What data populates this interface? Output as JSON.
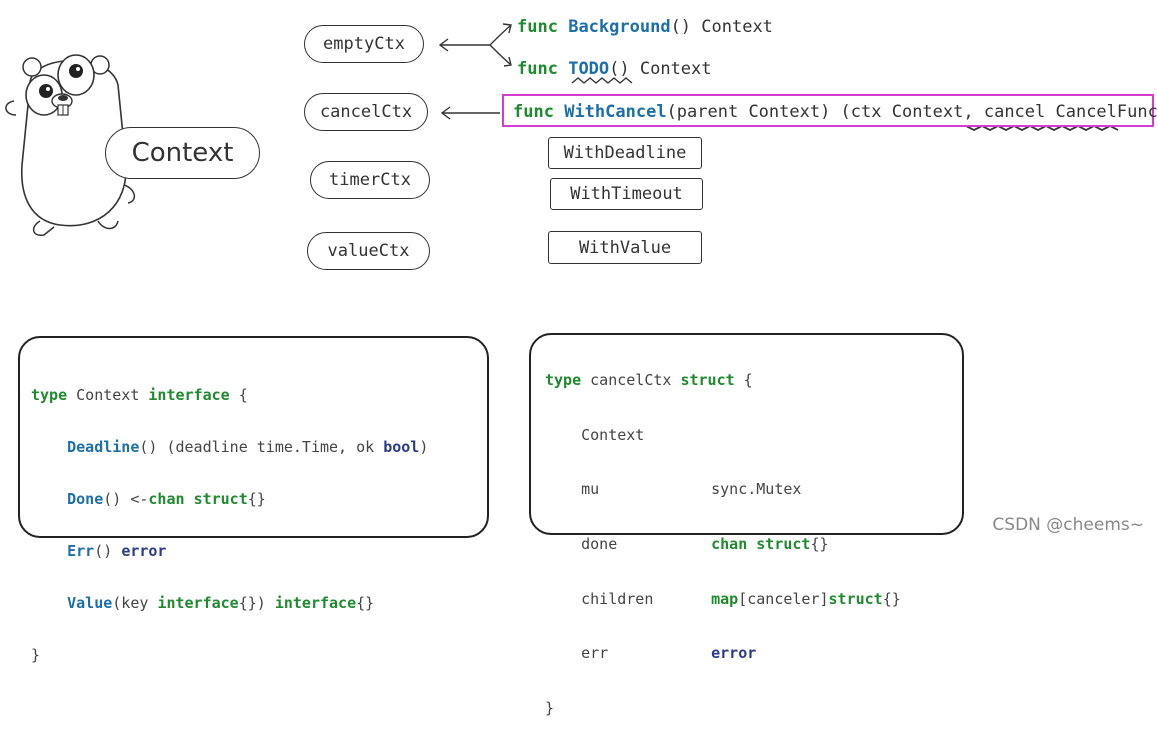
{
  "gopher": {
    "label": "Context"
  },
  "types": [
    {
      "id": "emptyctx",
      "label": "emptyCtx"
    },
    {
      "id": "cancelctx",
      "label": "cancelCtx"
    },
    {
      "id": "timerctx",
      "label": "timerCtx"
    },
    {
      "id": "valuectx",
      "label": "valueCtx"
    }
  ],
  "funcs": {
    "background": {
      "kw": "func",
      "name": "Background",
      "rest": "() Context"
    },
    "todo": {
      "kw": "func",
      "name": "TODO",
      "rest": "() Context"
    },
    "withcancel": {
      "kw": "func",
      "name": "WithCancel",
      "rest": "(parent Context) (ctx Context, cancel CancelFunc)"
    }
  },
  "derived": [
    "WithDeadline",
    "WithTimeout",
    "WithValue"
  ],
  "context_interface": {
    "l1_kw1": "type",
    "l1_name": " Context ",
    "l1_kw2": "interface",
    "l1_end": " {",
    "l2_fn": "Deadline",
    "l2_rest": "() (deadline time.Time, ok ",
    "l2_kw": "bool",
    "l2_end": ")",
    "l3_fn": "Done",
    "l3_rest": "() <-",
    "l3_kw1": "chan",
    "l3_sp": " ",
    "l3_kw2": "struct",
    "l3_end": "{}",
    "l4_fn": "Err",
    "l4_rest": "() ",
    "l4_kw": "error",
    "l5_fn": "Value",
    "l5_rest1": "(key ",
    "l5_kw1": "interface",
    "l5_rest2": "{}) ",
    "l5_kw2": "interface",
    "l5_end": "{}",
    "close": "}"
  },
  "cancelctx_struct": {
    "l1_kw1": "type",
    "l1_name": " cancelCtx ",
    "l1_kw2": "struct",
    "l1_end": " {",
    "f1": "Context",
    "f2_name": "mu",
    "f2_type": "sync.Mutex",
    "f3_name": "done",
    "f3_kw1": "chan",
    "f3_kw2": "struct",
    "f3_end": "{}",
    "f4_name": "children",
    "f4_kw1": "map",
    "f4_mid": "[canceler]",
    "f4_kw2": "struct",
    "f4_end": "{}",
    "f5_name": "err",
    "f5_kw": "error",
    "close": "}"
  },
  "watermark": "CSDN @cheems~",
  "colors": {
    "keyword": "#1f8a2e",
    "func_name": "#1c6fa8",
    "highlight": "#d63bd1"
  }
}
